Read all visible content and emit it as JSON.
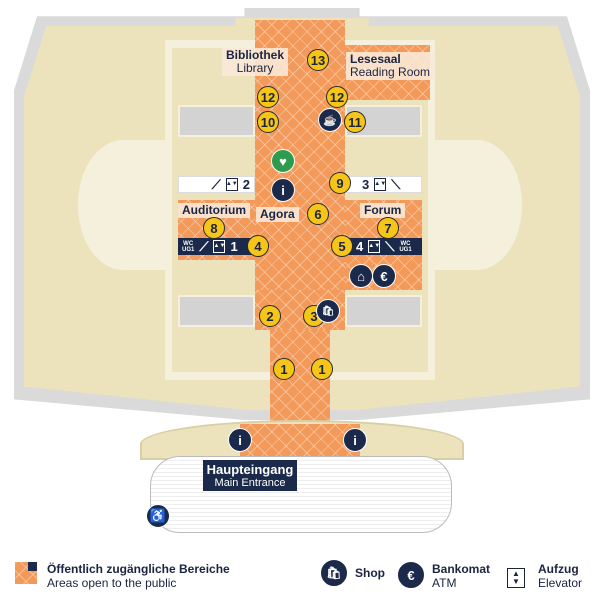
{
  "rooms": {
    "library": {
      "de": "Bibliothek",
      "en": "Library"
    },
    "reading_room": {
      "de": "Lesesaal",
      "en": "Reading Room"
    },
    "auditorium": "Auditorium",
    "agora": "Agora",
    "forum": "Forum",
    "entrance": {
      "de": "Haupteingang",
      "en": "Main Entrance"
    }
  },
  "markers": [
    "13",
    "12",
    "12",
    "10",
    "11",
    "9",
    "6",
    "8",
    "7",
    "4",
    "5",
    "2",
    "3",
    "1",
    "1"
  ],
  "stairs": {
    "left_top": "2",
    "right_top": "3",
    "left_bottom": "1",
    "right_bottom": "4",
    "wc": "WC",
    "ug": "UG1"
  },
  "icons": {
    "info": "i",
    "euro": "€",
    "cafe": "☕",
    "hanger": "⌂",
    "shop": "🛍",
    "wheelchair": "♿",
    "defibrillator": "♥"
  },
  "legend": {
    "public_de": "Öffentlich zugängliche Bereiche",
    "public_en": "Areas open to the public",
    "shop": "Shop",
    "atm_de": "Bankomat",
    "atm_en": "ATM",
    "elevator_de": "Aufzug",
    "elevator_en": "Elevator"
  },
  "colors": {
    "public": "#f39a5a",
    "marker": "#f5c518",
    "icon": "#1b2a4a"
  }
}
